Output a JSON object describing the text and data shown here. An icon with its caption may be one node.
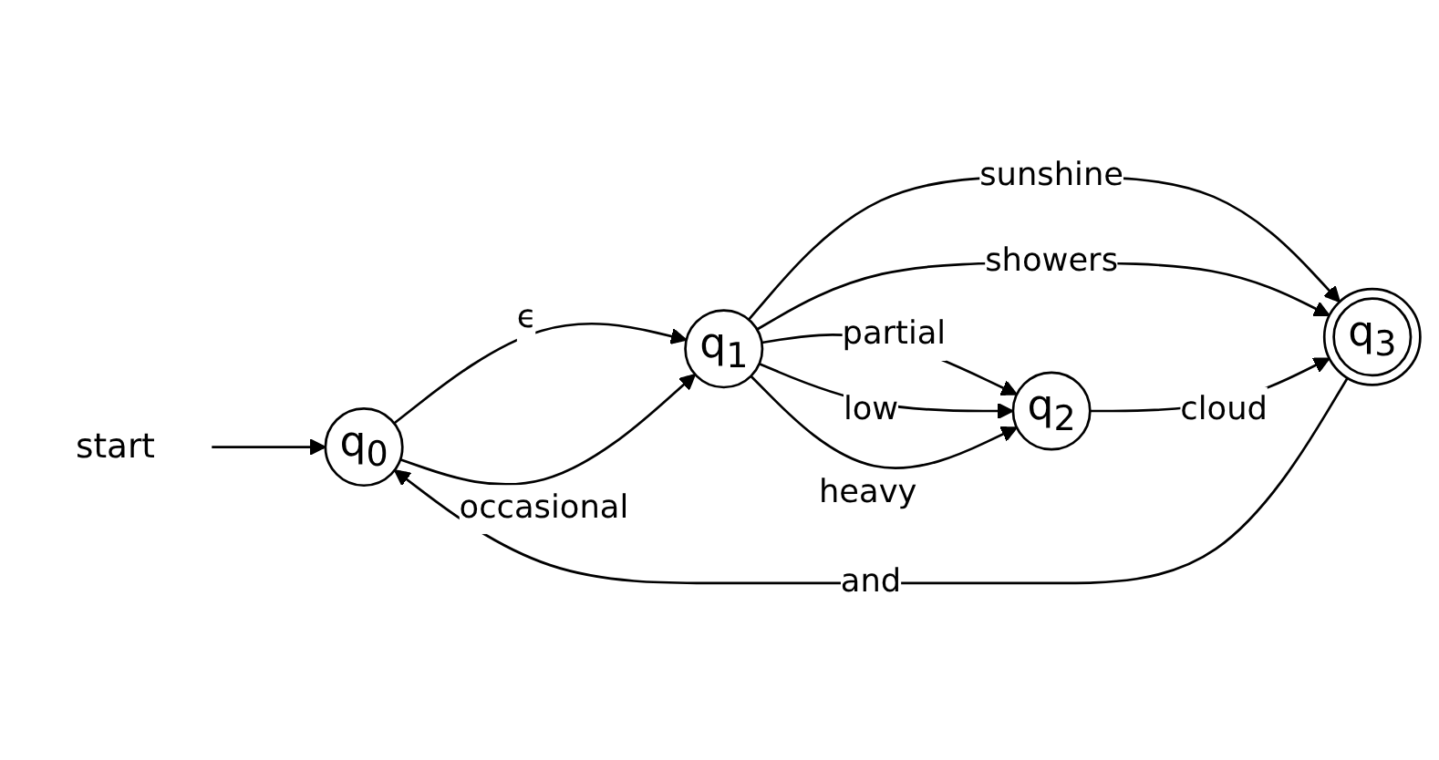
{
  "diagram": {
    "nodes": [
      {
        "text": [
          "start"
        ]
      },
      {
        "text": [
          "q$_{0}$"
        ]
      },
      {
        "text": [
          "q$_{1}$"
        ]
      },
      {
        "text": [
          "q$_{3}$"
        ]
      },
      {
        "text": [
          "q$_{2}$"
        ]
      }
    ],
    "edges": [
      {
        "from": 0,
        "to": 1,
        "arrow": "to"
      },
      {
        "from": 1,
        "to": 2,
        "arrow": "to",
        "label": "ϵ"
      },
      {
        "from": 1,
        "to": 2,
        "arrow": "to",
        "label": "occasional"
      },
      {
        "from": 2,
        "to": 3,
        "arrow": "to",
        "label": "sunshine"
      },
      {
        "from": 2,
        "to": 3,
        "arrow": "to",
        "label": "showers"
      },
      {
        "from": 2,
        "to": 4,
        "arrow": "to",
        "label": "partial"
      },
      {
        "from": 2,
        "to": 4,
        "arrow": "to",
        "label": "low"
      },
      {
        "from": 2,
        "to": 4,
        "arrow": "to",
        "label": "heavy"
      },
      {
        "from": 4,
        "to": 3,
        "arrow": "to",
        "label": "cloud"
      },
      {
        "from": 3,
        "to": 1,
        "arrow": "to",
        "label": "and"
      }
    ]
  }
}
